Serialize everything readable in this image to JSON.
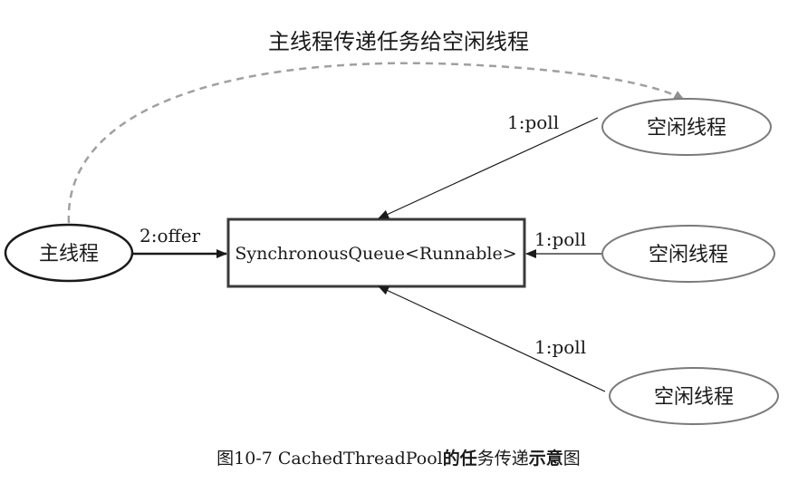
{
  "diagram": {
    "top_label": "主线程传递任务给空闲线程",
    "main_thread": "主线程",
    "offer_label": "2:offer",
    "queue_label": "SynchronousQueue<Runnable>",
    "idle_threads": [
      {
        "label": "空闲线程",
        "edge_label": "1:poll"
      },
      {
        "label": "空闲线程",
        "edge_label": "1:poll"
      },
      {
        "label": "空闲线程",
        "edge_label": "1:poll"
      }
    ]
  },
  "caption": {
    "prefix": "图10-7  CachedThreadPool",
    "bold_1": "的任",
    "middle": "务传递",
    "bold_2": "示意",
    "suffix": "图"
  },
  "colors": {
    "dark_stroke": "#1a1a1a",
    "gray_stroke": "#7a7a7a",
    "dashed_gray": "#a0a0a0"
  }
}
